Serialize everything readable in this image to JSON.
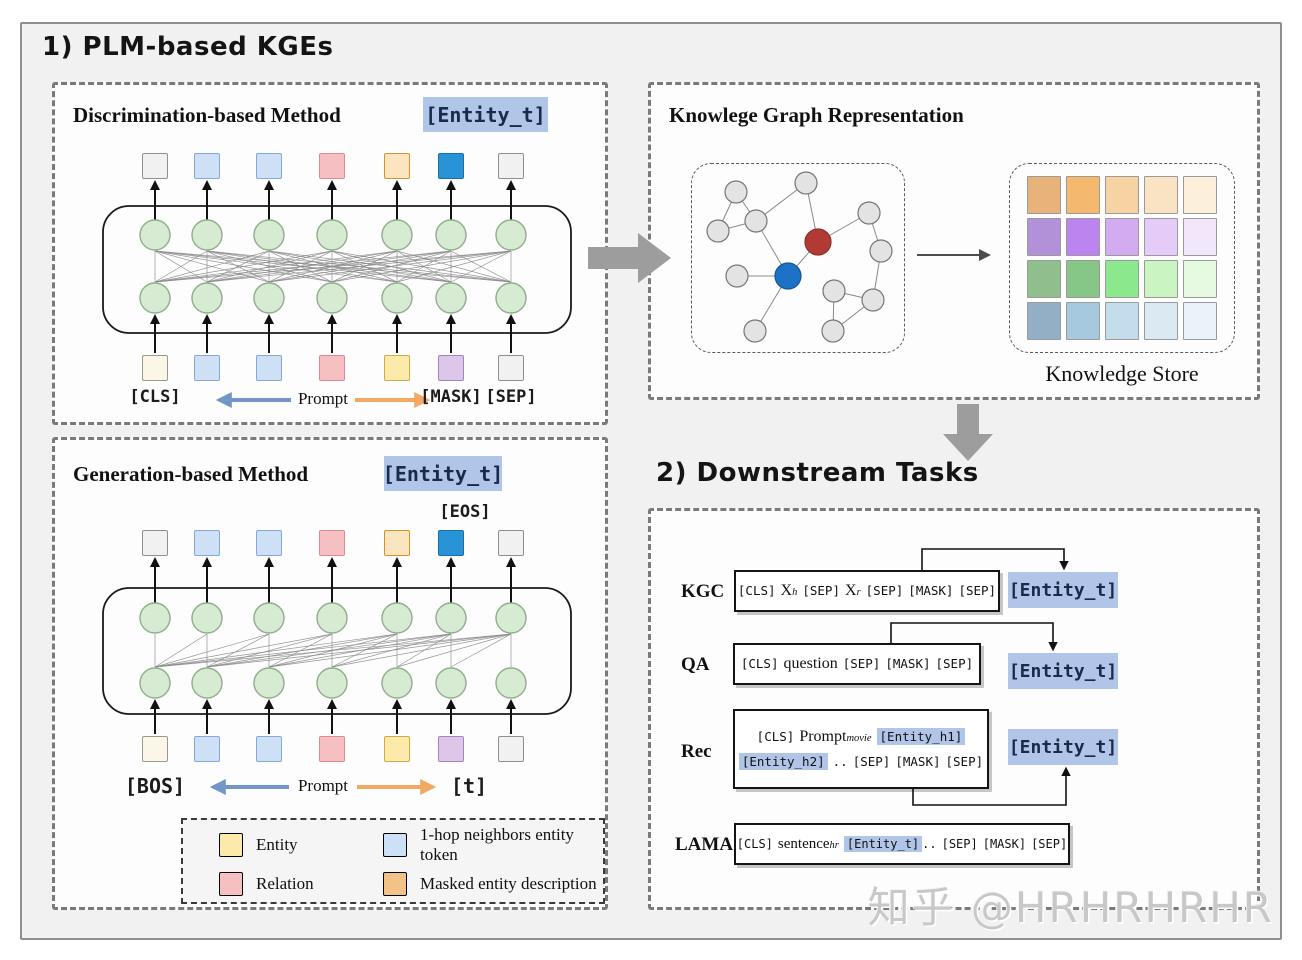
{
  "section1": {
    "title": "1) PLM-based KGEs"
  },
  "section2": {
    "title": "2) Downstream Tasks"
  },
  "discrimination": {
    "title": "Discrimination-based Method",
    "badge": "[Entity_t]",
    "output_tokens": [
      "gray",
      "neighbor",
      "neighbor",
      "relation",
      "maskdesc",
      "target",
      "gray"
    ],
    "input_tokens": [
      "cream",
      "neighbor",
      "neighbor",
      "relation",
      "entity",
      "purple",
      "gray"
    ],
    "labels": {
      "cls": "[CLS]",
      "prompt": "Prompt",
      "mask": "[MASK]",
      "sep": "[SEP]"
    }
  },
  "generation": {
    "title": "Generation-based Method",
    "badge": "[Entity_t]",
    "eos": "[EOS]",
    "output_tokens": [
      "gray",
      "neighbor",
      "neighbor",
      "relation",
      "maskdesc",
      "target",
      "gray"
    ],
    "input_tokens": [
      "cream",
      "neighbor",
      "neighbor",
      "relation",
      "entity",
      "purple",
      "gray"
    ],
    "labels": {
      "bos": "[BOS]",
      "prompt": "Prompt",
      "t": "[t]"
    }
  },
  "legend": {
    "items": [
      {
        "label": "Entity"
      },
      {
        "label": "1-hop neighbors entity token"
      },
      {
        "label": "Relation"
      },
      {
        "label": "Masked entity description"
      }
    ]
  },
  "kg": {
    "title": "Knowlege Graph Representation",
    "store_label": "Knowledge Store",
    "grid": [
      [
        "#E8B37B",
        "#F4B96F",
        "#F7D2A2",
        "#FAE3C2",
        "#FCF0DD"
      ],
      [
        "#B291D8",
        "#BC84EE",
        "#D2ABF1",
        "#E5CBF7",
        "#F2E7FA"
      ],
      [
        "#90BE8C",
        "#86C686",
        "#8CE88C",
        "#CAF5C3",
        "#E6FAE2"
      ],
      [
        "#93AFC5",
        "#A7C9E0",
        "#C4DDED",
        "#DAE9F2",
        "#EBF3F8"
      ]
    ]
  },
  "tasks": {
    "kgc": {
      "name": "KGC",
      "badge": "[Entity_t]",
      "seq": {
        "cls": "[CLS]",
        "x1": "X",
        "x1sup": "h",
        "sep1": "[SEP]",
        "x2": "X",
        "x2sup": "r",
        "sep2": "[SEP]",
        "mask": "[MASK]",
        "sep3": "[SEP]"
      }
    },
    "qa": {
      "name": "QA",
      "badge": "[Entity_t]",
      "seq": {
        "cls": "[CLS]",
        "q": "question",
        "sep1": "[SEP]",
        "mask": "[MASK]",
        "sep2": "[SEP]"
      }
    },
    "rec": {
      "name": "Rec",
      "badge": "[Entity_t]",
      "line1": {
        "cls": "[CLS]",
        "prompt": "Prompt",
        "promptsub": "movie",
        "h1": "[Entity_h1]"
      },
      "line2": {
        "h2": "[Entity_h2]",
        "dots": "..",
        "sep1": "[SEP]",
        "mask": "[MASK]",
        "sep2": "[SEP]"
      }
    },
    "lama": {
      "name": "LAMA",
      "seq": {
        "cls": "[CLS]",
        "s": "sentence",
        "ssub": "hr",
        "et": "[Entity_t]",
        "dots": "..",
        "sep1": "[SEP]",
        "mask": "[MASK]",
        "sep2": "[SEP]"
      }
    }
  },
  "watermark": "知乎 @HRHRHRHR",
  "colors": {
    "frame-bg": "#F1F1F2",
    "panel-bg": "#FDFDFD",
    "badge-bg": "#B1C5E8",
    "badge-text": "#1A2A4D",
    "tok-gray-bg": "#F1F1F1",
    "tok-gray-bd": "#8F8F8F",
    "tok-cream-bg": "#FBF6E7",
    "tok-cream-bd": "#99998F",
    "tok-neighbor-bg": "#CDE0F6",
    "tok-neighbor-bd": "#85A8D8",
    "tok-relation-bg": "#F6BFC2",
    "tok-relation-bd": "#DA8C90",
    "tok-entity-bg": "#FBEAAA",
    "tok-entity-bd": "#CFA94E",
    "tok-maskdesc-bg": "#FBE5C1",
    "tok-maskdesc-bd": "#D2922F",
    "tok-target-bg": "#2893D6",
    "tok-target-bd": "#1B6FA8",
    "tok-purple-bg": "#DCC7E8",
    "tok-purple-bd": "#A583C2",
    "legend-maskdesc-bg": "#F3C288",
    "legend-maskdesc-bd": "#B5732B",
    "circle-bg": "#D7EBD3",
    "circle-bd": "#8FAE8C",
    "node-gray": "#E3E3E3",
    "node-gray-bd": "#767676",
    "node-red": "#B13B34",
    "node-blue": "#1D71C6",
    "big-arrow": "#9D9D9D",
    "prompt-blue": "#7396C8",
    "prompt-orange": "#F2A964"
  }
}
